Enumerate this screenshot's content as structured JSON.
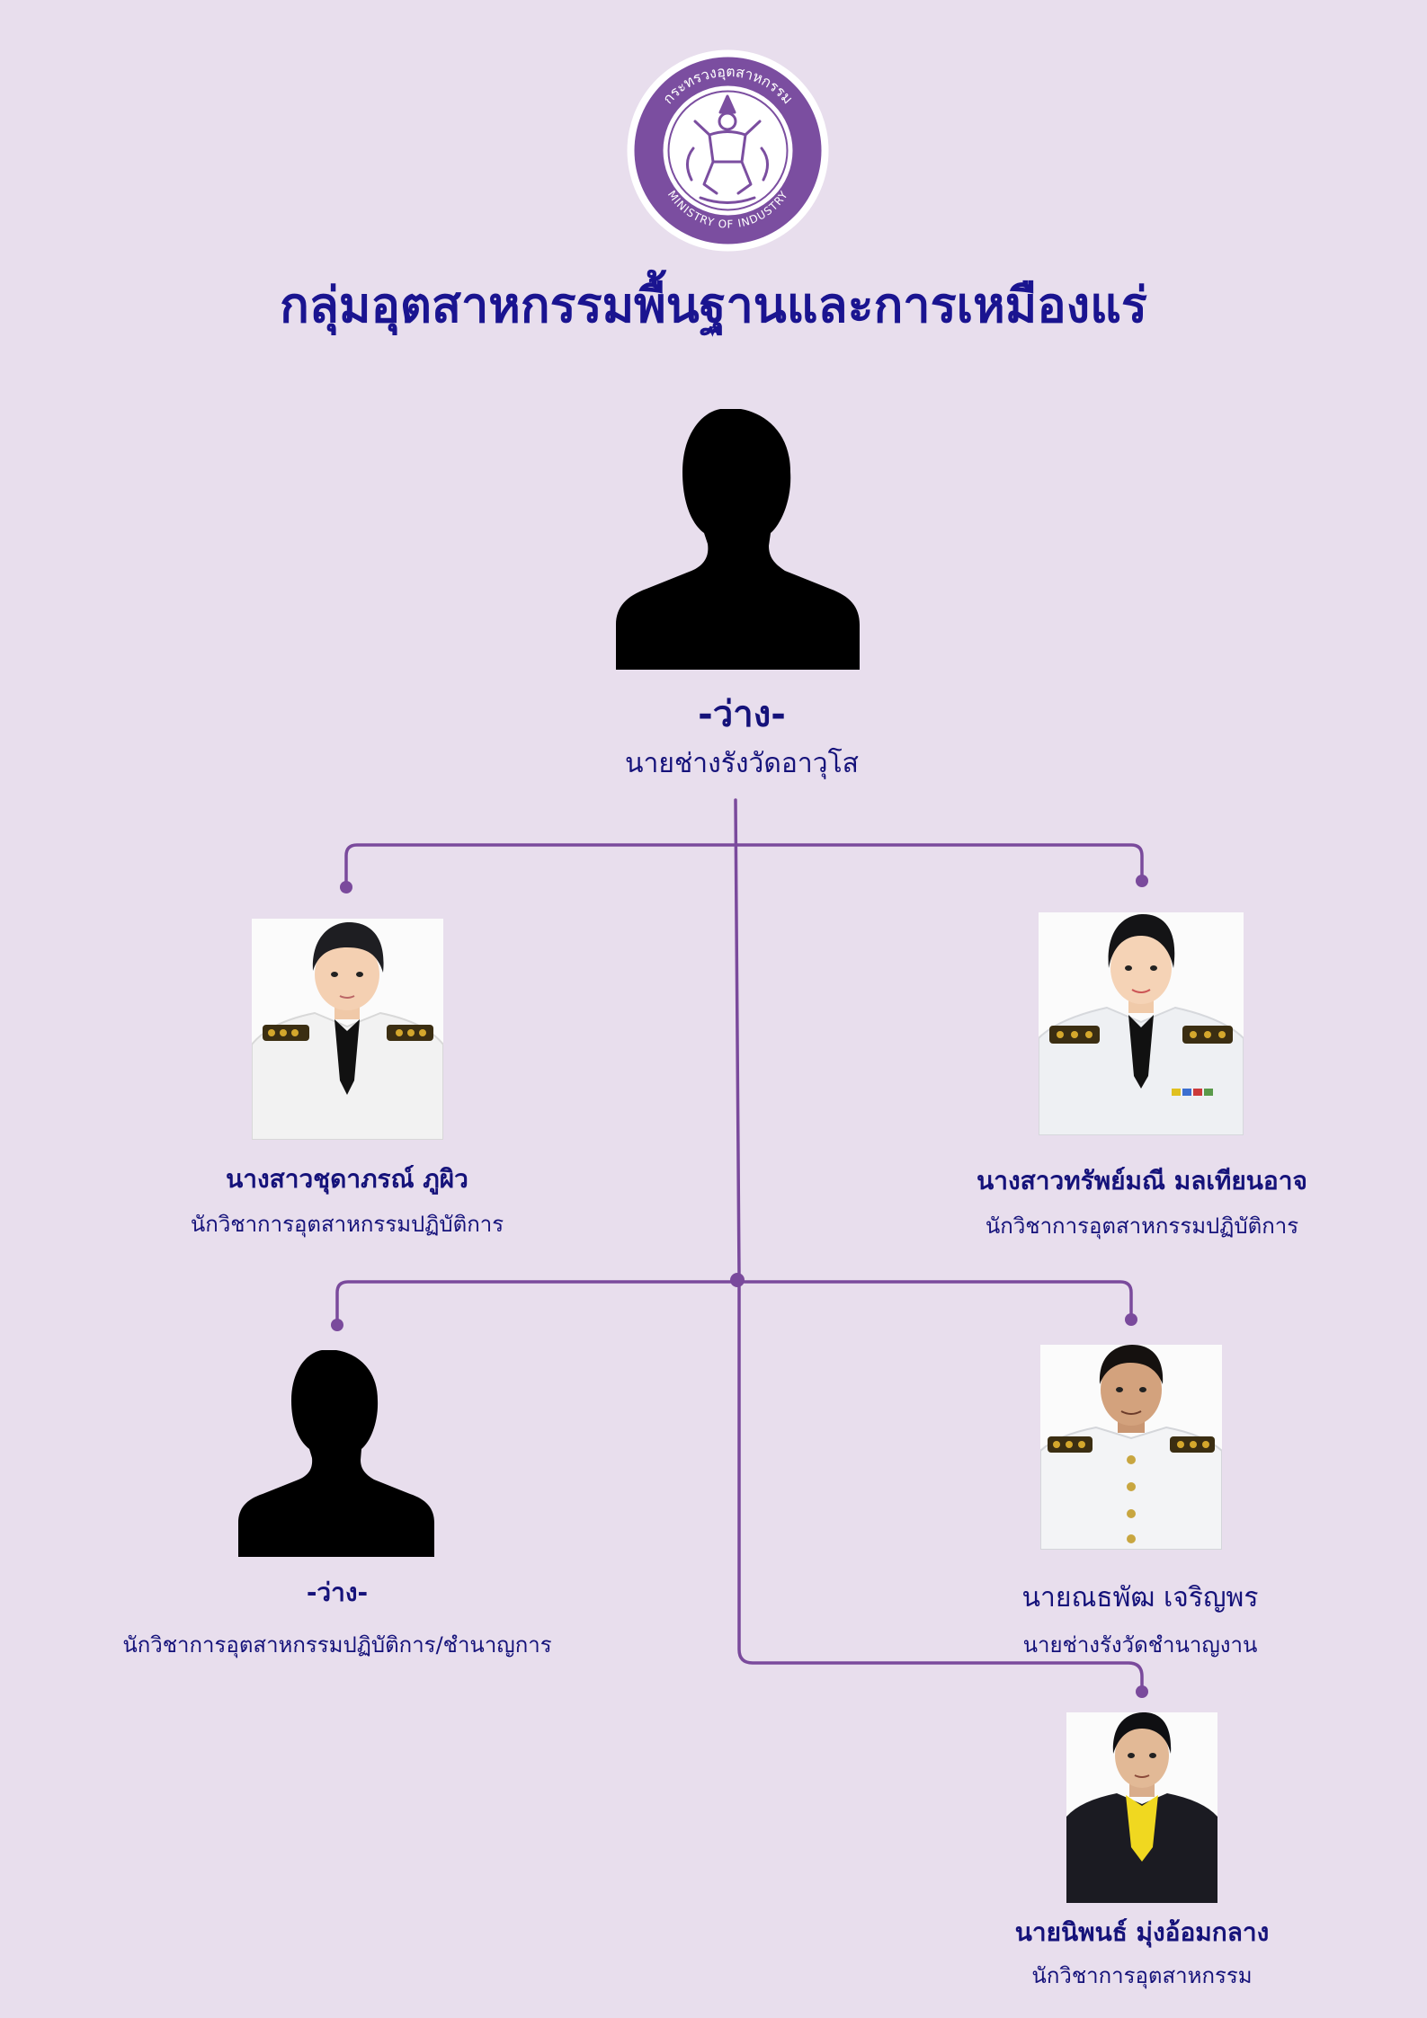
{
  "header": {
    "seal_text_top": "กระทรวงอุตสาหกรรม",
    "seal_text_bottom": "MINISTRY OF INDUSTRY",
    "title": "กลุ่มอุตสาหกรรมพื้นฐานและการเหมืองแร่"
  },
  "colors": {
    "background": "#e8deed",
    "connector": "#7a4a9c",
    "text": "#15127a",
    "seal_purple": "#7b4ea0"
  },
  "chart": {
    "head": {
      "name": "-ว่าง-",
      "position": "นายช่างรังวัดอาวุโส",
      "photo": "silhouette-icon"
    },
    "members": [
      {
        "name": "นางสาวชุดาภรณ์ ภูผิว",
        "position": "นักวิชาการอุตสาหกรรมปฏิบัติการ",
        "photo": "portrait-woman-white-uniform"
      },
      {
        "name": "นางสาวทรัพย์มณี มลเทียนอาจ",
        "position": "นักวิชาการอุตสาหกรรมปฏิบัติการ",
        "photo": "portrait-woman-white-uniform"
      },
      {
        "name": "-ว่าง-",
        "position": "นักวิชาการอุตสาหกรรมปฏิบัติการ/ชำนาญการ",
        "photo": "silhouette-icon"
      },
      {
        "name": "นายณธพัฒ เจริญพร",
        "position": "นายช่างรังวัดชำนาญงาน",
        "photo": "portrait-man-white-uniform"
      },
      {
        "name": "นายนิพนธ์ มุ่งอ้อมกลาง",
        "position": "นักวิชาการอุตสาหกรรม",
        "photo": "portrait-man-black-suit-yellow-shirt"
      }
    ]
  }
}
